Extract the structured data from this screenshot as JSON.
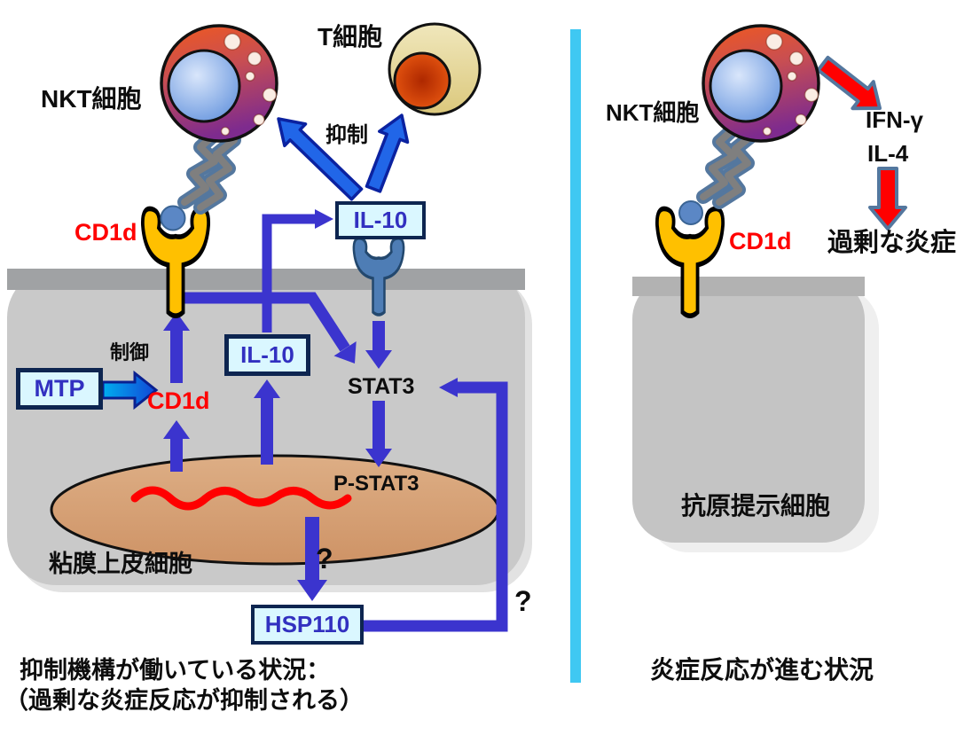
{
  "diagram": {
    "left_panel": {
      "nkt_cell_label": "NKT細胞",
      "t_cell_label": "T細胞",
      "suppression_label": "抑制",
      "il10_top_box": "IL-10",
      "il10_inner_box": "IL-10",
      "mtp_box": "MTP",
      "hsp110_box": "HSP110",
      "cd1d_membrane_label": "CD1d",
      "cd1d_inner_label": "CD1d",
      "control_label": "制御",
      "stat3_label": "STAT3",
      "p_stat3_label": "P-STAT3",
      "question_mark_1": "?",
      "question_mark_2": "?",
      "epithelium_label": "粘膜上皮細胞",
      "caption_line1": "抑制機構が働いている状況：",
      "caption_line2": "（過剰な炎症反応が抑制される）"
    },
    "right_panel": {
      "nkt_cell_label": "NKT細胞",
      "cd1d_label": "CD1d",
      "ifn_gamma_label": "IFN-γ",
      "il4_label": "IL-4",
      "inflammation_label": "過剰な炎症",
      "apc_label": "抗原提示細胞",
      "caption": "炎症反応が進む状況"
    },
    "colors": {
      "pathway_arrow": "#3B34CE",
      "signal_arrow_fill": "#2166E8",
      "signal_arrow_border": "#0B22A0",
      "cytokine_arrow_red": "#FF0000",
      "divider_cyan": "#3FC8F2",
      "box_background": "#DAF7FF",
      "box_border": "#0D2550",
      "box_text": "#3230C0",
      "cd1d_text_red": "#FF0000",
      "cell_gray": "#C9C9C9",
      "membrane_gray": "#A0A2A4",
      "nucleus_tan": "#D7A377",
      "cd1d_receptor_yellow": "#FFC000",
      "il10_receptor_blue": "#4E7DB5"
    }
  }
}
